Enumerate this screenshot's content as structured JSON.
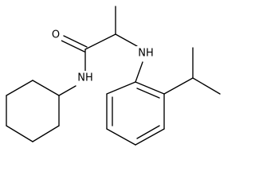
{
  "molecule": {
    "atom_labels": {
      "oxygen": "O",
      "amide_nitrogen": "NH",
      "amine_nitrogen": "NH"
    },
    "colors": {
      "background": "#ffffff",
      "ink": "#000000"
    }
  }
}
